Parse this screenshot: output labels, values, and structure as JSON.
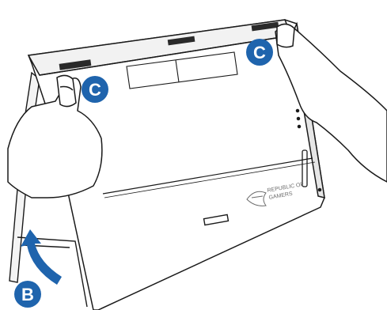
{
  "callouts": {
    "c_left": "C",
    "c_right": "C",
    "b_bottom": "B"
  },
  "brand": {
    "line1": "REPUBLIC OF",
    "line2": "GAMERS"
  },
  "colors": {
    "callout_fill": "#1f64ad",
    "callout_text": "#ffffff",
    "arrow": "#1f64ad",
    "line": "#1a1a1a",
    "device_shadow": "#d9d9d9"
  }
}
